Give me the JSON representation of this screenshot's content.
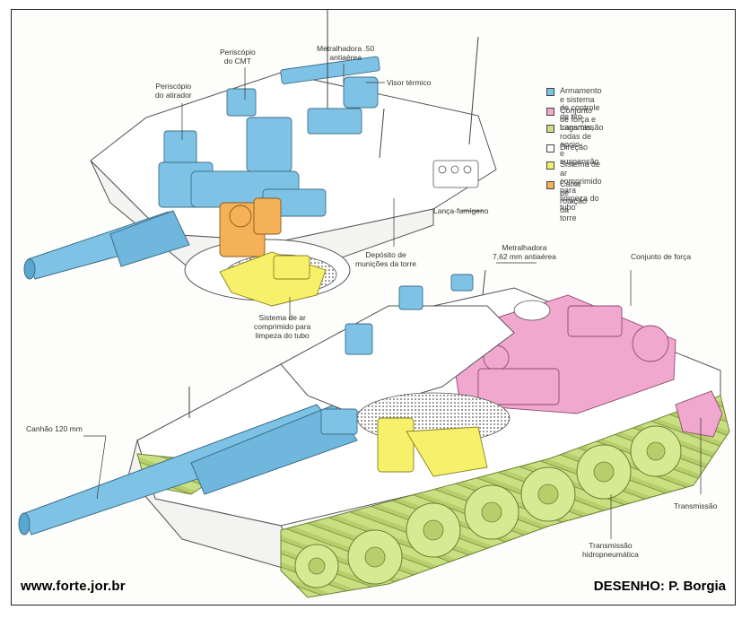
{
  "colors": {
    "armament": "#7ec3e6",
    "power": "#f1a8cf",
    "tracks": "#c9e082",
    "steering": "#ffffff",
    "air": "#f6f06a",
    "turret_box": "#f4b157",
    "hull": "#ffffff",
    "outline": "#555555"
  },
  "legend": [
    {
      "color": "#7ec3e6",
      "text": "Armamento e sistema\nde controle de tiro"
    },
    {
      "color": "#f1a8cf",
      "text": "Conjunto de força e transmissão"
    },
    {
      "color": "#c9e082",
      "text": "Lagartas, rodas de apoio\ne suspensão"
    },
    {
      "color": "#ffffff",
      "text": "Direção"
    },
    {
      "color": "#f6f06a",
      "text": "Sistema de ar comprimido\npara limpeza do tubo"
    },
    {
      "color": "#f4b157",
      "text": "Caixa de rotação da torre"
    }
  ],
  "labels": {
    "periscopio_cmt": "Periscópio\ndo CMT",
    "metralhadora_50": "Metralhadora .50\nantiaérea",
    "periscopio_atirador": "Periscópio\ndo atirador",
    "visor_termico": "Visor térmico",
    "lanca_fumigeno": "Lança-fumígeno",
    "deposito": "Depósito de\nmunições da torre",
    "metralhadora_762": "Metralhadora\n7,62 mm antiaérea",
    "conjunto_forca": "Conjunto de força",
    "sistema_ar": "Sistema de ar\ncomprimido para\nlimpeza do tubo",
    "canhao": "Canhão 120 mm",
    "transmissao": "Transmissão",
    "transmissao_hidro": "Transmissão\nhidropneumática"
  },
  "footer": {
    "website": "www.forte.jor.br",
    "credit": "DESENHO: P. Borgia"
  }
}
